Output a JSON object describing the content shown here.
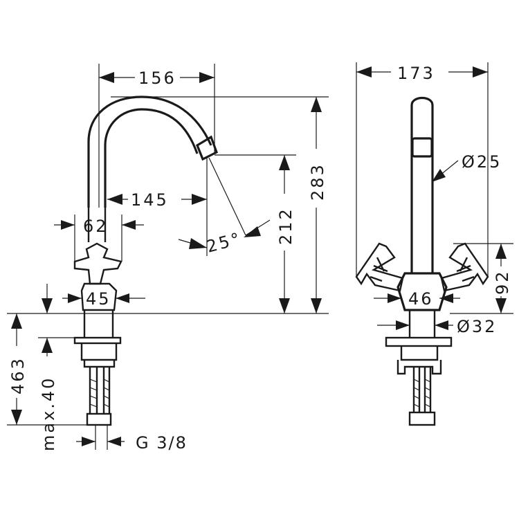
{
  "drawing": {
    "side_view": {
      "spout_reach": "156",
      "spout_projection": "145",
      "base_width": "62",
      "valve_width": "45",
      "total_height": "283",
      "spout_height": "212",
      "spout_angle": "25°",
      "below_deck_length": "463",
      "max_deck_thickness": "max.40",
      "connection_thread": "G 3/8"
    },
    "front_view": {
      "handle_span": "173",
      "spout_diameter": "Ø25",
      "handle_height": "92",
      "body_width": "46",
      "base_diameter": "Ø32"
    }
  }
}
